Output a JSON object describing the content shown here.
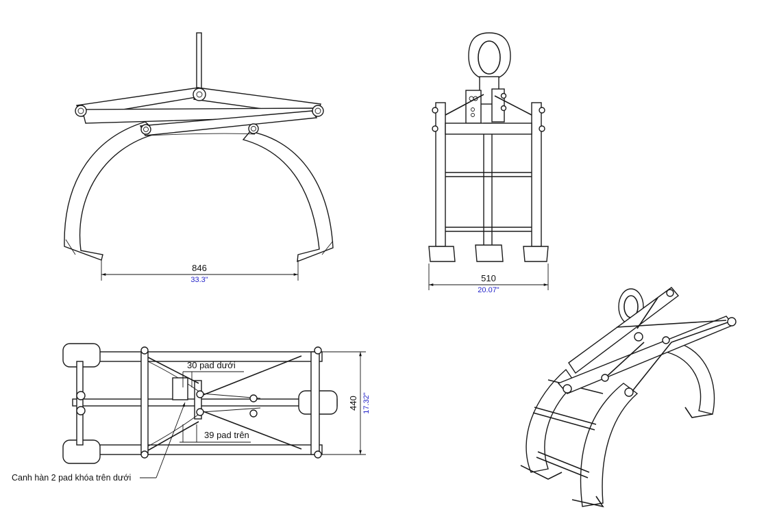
{
  "front_view": {
    "dim_mm": "846",
    "dim_in": "33.3\""
  },
  "side_view": {
    "dim_mm": "510",
    "dim_in": "20.07\""
  },
  "top_view": {
    "width_mm": "440",
    "width_in": "17.32\"",
    "pad_lower": "30 pad dưới",
    "pad_upper": "39 pad trên",
    "weld_note": "Canh hàn 2 pad khóa trên dưới"
  }
}
